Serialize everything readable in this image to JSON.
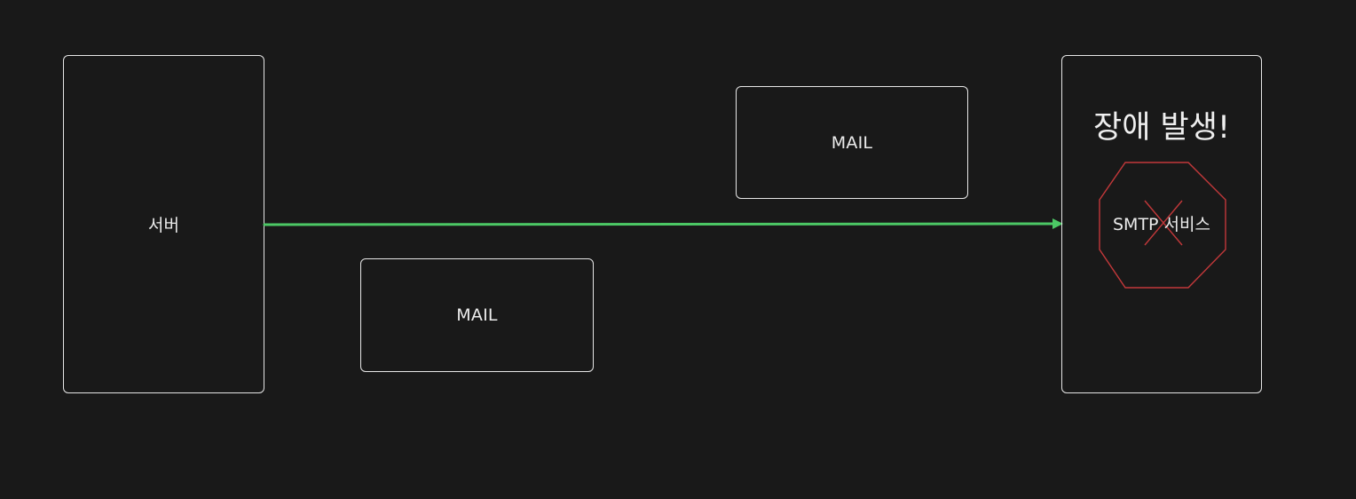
{
  "diagram": {
    "server": {
      "label": "서버"
    },
    "mail_packets": [
      {
        "label": "MAIL"
      },
      {
        "label": "MAIL"
      }
    ],
    "smtp": {
      "alert_text": "장애 발생!",
      "service_label": "SMTP 서비스"
    },
    "colors": {
      "background": "#191919",
      "stroke": "#e6e6e6",
      "arrow": "#4cc865",
      "failure": "#c2383a"
    },
    "icons": [
      "arrow-right-icon",
      "stop-octagon-icon",
      "x-cross-icon"
    ]
  }
}
